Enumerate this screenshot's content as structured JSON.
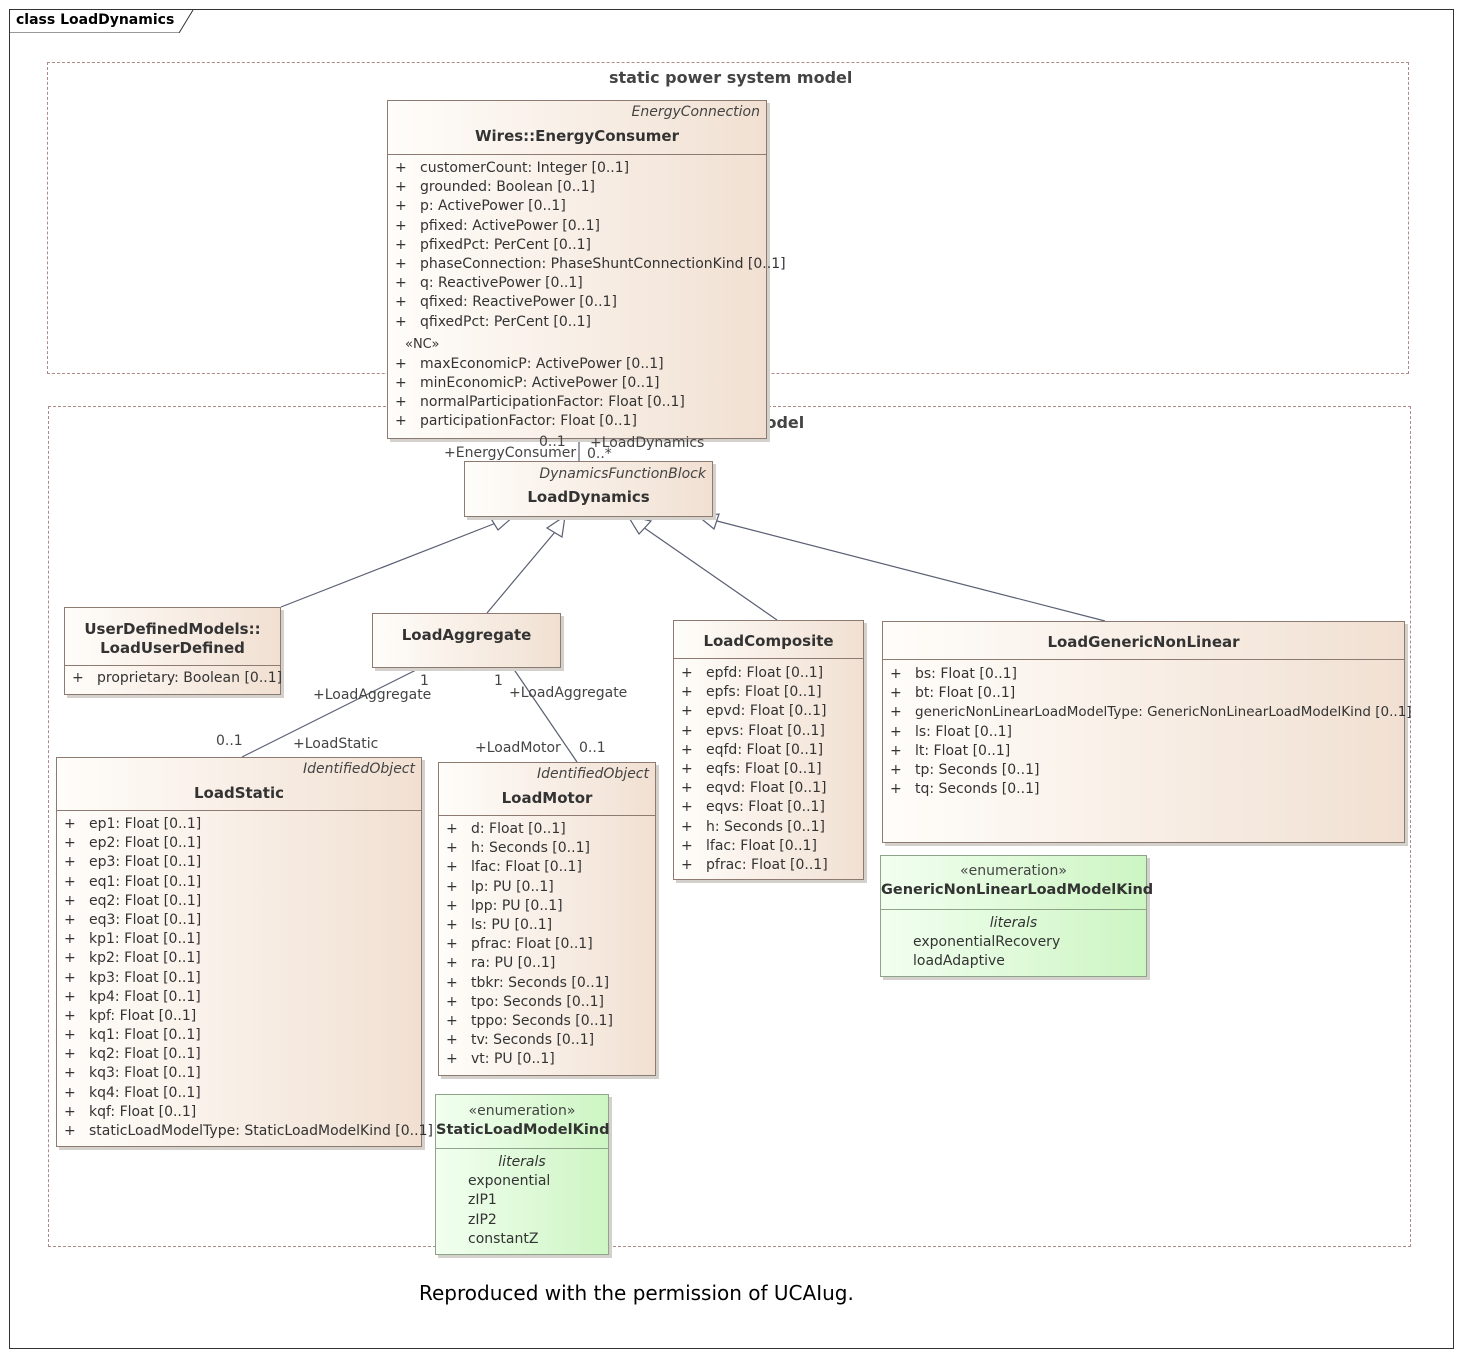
{
  "frame": {
    "title": "class LoadDynamics"
  },
  "packages": {
    "static": {
      "title": "static power system model"
    },
    "dynamics": {
      "title": "dynamics model"
    }
  },
  "classes": {
    "energy_consumer": {
      "stereotype": "EnergyConnection",
      "name": "Wires::EnergyConsumer",
      "attributes": [
        "customerCount: Integer [0..1]",
        "grounded: Boolean [0..1]",
        "p: ActivePower [0..1]",
        "pfixed: ActivePower [0..1]",
        "pfixedPct: PerCent [0..1]",
        "phaseConnection: PhaseShuntConnectionKind [0..1]",
        "q: ReactivePower [0..1]",
        "qfixed: ReactivePower [0..1]",
        "qfixedPct: PerCent [0..1]"
      ],
      "nc_label": "«NC»",
      "nc_attributes": [
        "maxEconomicP: ActivePower [0..1]",
        "minEconomicP: ActivePower [0..1]",
        "normalParticipationFactor: Float [0..1]",
        "participationFactor: Float [0..1]"
      ]
    },
    "load_dynamics": {
      "stereotype": "DynamicsFunctionBlock",
      "name": "LoadDynamics"
    },
    "load_user_defined": {
      "name_line1": "UserDefinedModels::",
      "name_line2": "LoadUserDefined",
      "attributes": [
        "proprietary: Boolean [0..1]"
      ]
    },
    "load_aggregate": {
      "name": "LoadAggregate"
    },
    "load_composite": {
      "name": "LoadComposite",
      "attributes": [
        "epfd: Float [0..1]",
        "epfs: Float [0..1]",
        "epvd: Float [0..1]",
        "epvs: Float [0..1]",
        "eqfd: Float [0..1]",
        "eqfs: Float [0..1]",
        "eqvd: Float [0..1]",
        "eqvs: Float [0..1]",
        "h: Seconds [0..1]",
        "lfac: Float [0..1]",
        "pfrac: Float [0..1]"
      ]
    },
    "load_generic_nonlinear": {
      "name": "LoadGenericNonLinear",
      "attributes": [
        "bs: Float [0..1]",
        "bt: Float [0..1]",
        "genericNonLinearLoadModelType: GenericNonLinearLoadModelKind [0..1]",
        "ls: Float [0..1]",
        "lt: Float [0..1]",
        "tp: Seconds [0..1]",
        "tq: Seconds [0..1]"
      ]
    },
    "load_static": {
      "stereotype": "IdentifiedObject",
      "name": "LoadStatic",
      "attributes": [
        "ep1: Float [0..1]",
        "ep2: Float [0..1]",
        "ep3: Float [0..1]",
        "eq1: Float [0..1]",
        "eq2: Float [0..1]",
        "eq3: Float [0..1]",
        "kp1: Float [0..1]",
        "kp2: Float [0..1]",
        "kp3: Float [0..1]",
        "kp4: Float [0..1]",
        "kpf: Float [0..1]",
        "kq1: Float [0..1]",
        "kq2: Float [0..1]",
        "kq3: Float [0..1]",
        "kq4: Float [0..1]",
        "kqf: Float [0..1]",
        "staticLoadModelType: StaticLoadModelKind [0..1]"
      ]
    },
    "load_motor": {
      "stereotype": "IdentifiedObject",
      "name": "LoadMotor",
      "attributes": [
        "d: Float [0..1]",
        "h: Seconds [0..1]",
        "lfac: Float [0..1]",
        "lp: PU [0..1]",
        "lpp: PU [0..1]",
        "ls: PU [0..1]",
        "pfrac: Float [0..1]",
        "ra: PU [0..1]",
        "tbkr: Seconds [0..1]",
        "tpo: Seconds [0..1]",
        "tppo: Seconds [0..1]",
        "tv: Seconds [0..1]",
        "vt: PU [0..1]"
      ]
    },
    "generic_kind": {
      "stereotype": "«enumeration»",
      "name": "GenericNonLinearLoadModelKind",
      "literals_label": "literals",
      "literals": [
        "exponentialRecovery",
        "loadAdaptive"
      ]
    },
    "static_kind": {
      "stereotype": "«enumeration»",
      "name": "StaticLoadModelKind",
      "literals_label": "literals",
      "literals": [
        "exponential",
        "zIP1",
        "zIP2",
        "constantZ"
      ]
    }
  },
  "roles": {
    "ec_mult": "0..1",
    "ld_role": "+LoadDynamics",
    "ec_role": "+EnergyConsumer",
    "ld_mult": "0..*",
    "agg_static_mult1": "1",
    "agg_static_role1": "+LoadAggregate",
    "agg_static_mult2": "0..1",
    "agg_static_role2": "+LoadStatic",
    "agg_motor_mult1": "1",
    "agg_motor_role1": "+LoadAggregate",
    "agg_motor_role2": "+LoadMotor",
    "agg_motor_mult2": "0..1"
  },
  "footer": "Reproduced with the permission of UCAIug."
}
